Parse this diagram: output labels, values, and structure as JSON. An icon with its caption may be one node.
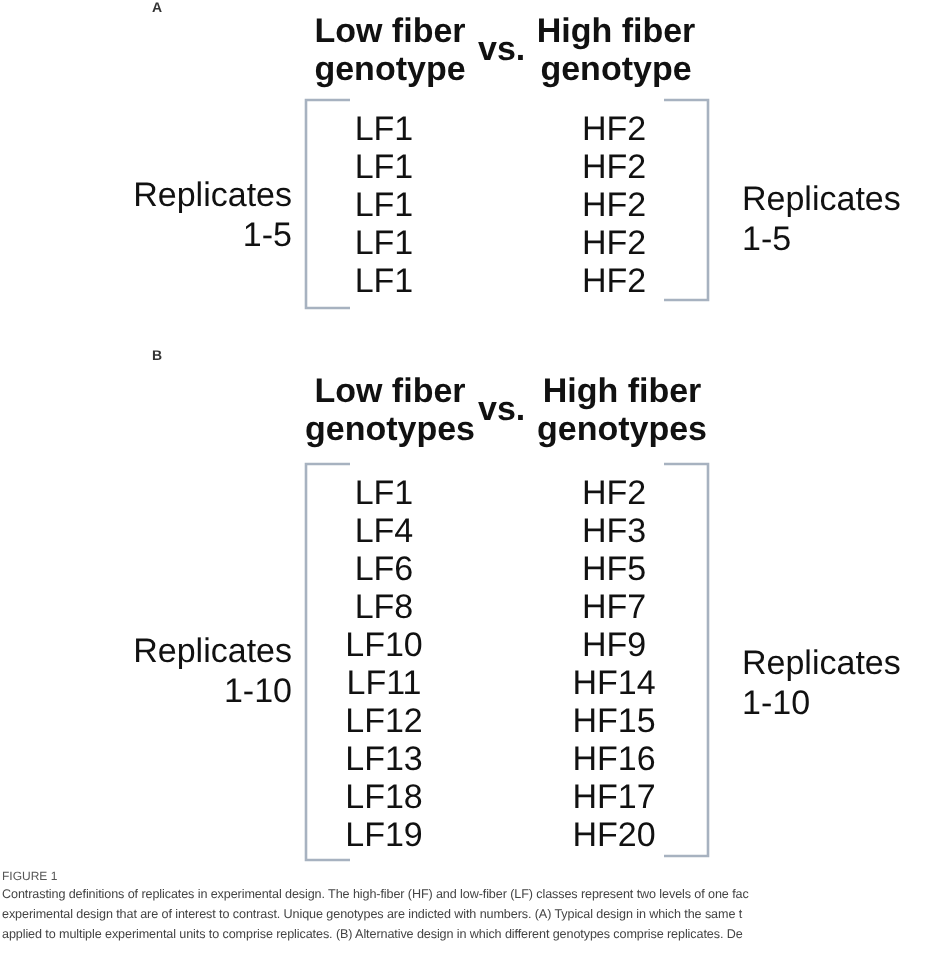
{
  "diagram": {
    "labels": [
      "A",
      "Low fiber genotype",
      "vs.",
      "High fiber genotype",
      "Replicates 1-5",
      "LF1",
      "LF1",
      "LF1",
      "LF1",
      "LF1",
      "HF2",
      "HF2",
      "HF2",
      "HF2",
      "HF2",
      "Replicates 1-5",
      "B",
      "Low fiber genotypes",
      "vs.",
      "High fiber genotypes",
      "Replicates 1-10",
      "LF1",
      "LF4",
      "LF6",
      "LF8",
      "LF10",
      "LF11",
      "LF12",
      "LF13",
      "LF18",
      "LF19",
      "HF2",
      "HF3",
      "HF5",
      "HF7",
      "HF9",
      "HF14",
      "HF15",
      "HF16",
      "HF17",
      "HF20",
      "Replicates 1-10",
      "FIGURE 1",
      "Contrasting definitions of replicates in experimental design. The high-fiber (HF) and low-fiber (LF) classes represent two levels of one fac",
      "experimental design that are of interest to contrast. Unique genotypes are indicted with numbers. (A) Typical design in which the same t",
      "applied to multiple experimental units to comprise replicates. (B) Alternative design in which different genotypes comprise replicates. De"
    ]
  }
}
